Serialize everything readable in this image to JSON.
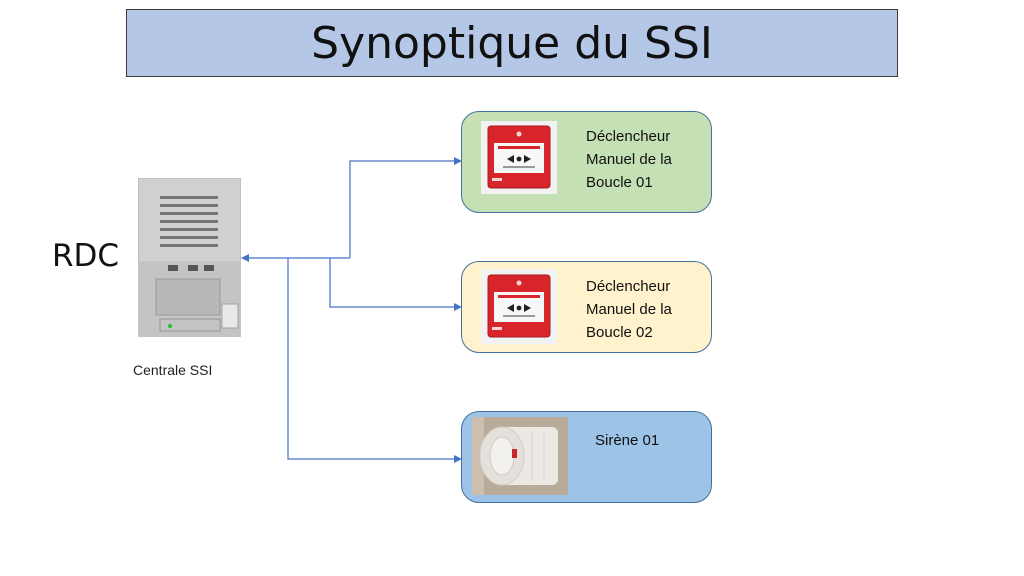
{
  "title": "Synoptique du SSI",
  "floor": "RDC",
  "central": {
    "caption": "Centrale SSI",
    "icon": "fire-alarm-panel-icon"
  },
  "devices": [
    {
      "label": "Déclencheur Manuel de la Boucle 01",
      "icon": "manual-call-point-icon",
      "color": "#c5e0b4"
    },
    {
      "label": "Déclencheur Manuel de la Boucle 02",
      "icon": "manual-call-point-icon",
      "color": "#fff2cc"
    },
    {
      "label": "Sirène 01",
      "icon": "siren-icon",
      "color": "#9dc3e6"
    }
  ],
  "colors": {
    "title_bg": "#b4c7e7",
    "connector": "#4472c4",
    "box_border": "#41719c"
  }
}
